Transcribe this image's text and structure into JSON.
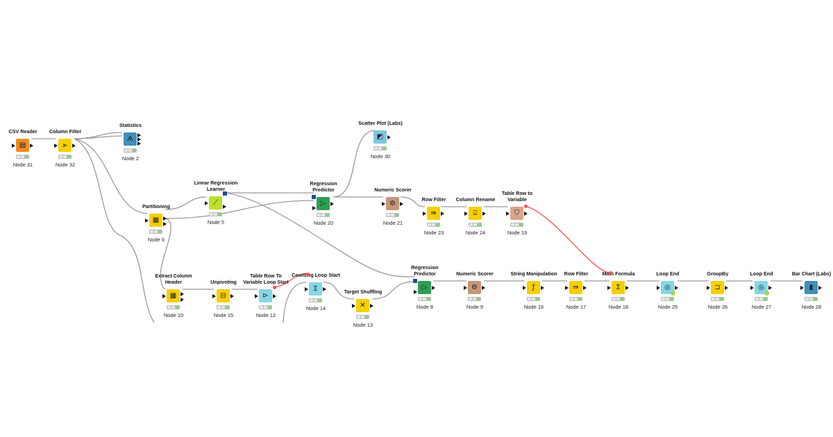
{
  "colors": {
    "manipulator": "#f5cf00",
    "io": "#f08a24",
    "learner": "#b9e02a",
    "predictor": "#2e9e54",
    "scorer": "#c59678",
    "view": "#3f8fb9",
    "loop": "#84d6e8",
    "variable": "#d9a58a",
    "conn": "#999999",
    "flowvar": "#ff4b4b"
  },
  "nodes": [
    {
      "id": "n31",
      "title": "CSV Reader",
      "label": "Node 31",
      "color": "#f08a24",
      "icon": "file-table-icon",
      "glyph": "▤",
      "status": [
        false,
        false,
        true
      ]
    },
    {
      "id": "n32",
      "title": "Column Filter",
      "label": "Node 32",
      "color": "#f5cf00",
      "icon": "column-filter-icon",
      "glyph": "⫸",
      "status": [
        false,
        false,
        true
      ]
    },
    {
      "id": "n2",
      "title": "Statistics",
      "label": "Node 2",
      "color": "#3f8fb9",
      "icon": "statistics-icon",
      "glyph": "Ѧ",
      "status": [
        false,
        false,
        true
      ]
    },
    {
      "id": "n30",
      "title": "Scatter Plot (Labs)",
      "label": "Node 30",
      "color": "#7ec6e0",
      "icon": "scatter-plot-icon",
      "glyph": "◩",
      "status": [
        false,
        false,
        true
      ]
    },
    {
      "id": "n6",
      "title": "Partitioning",
      "label": "Node 6",
      "color": "#f5cf00",
      "icon": "partition-icon",
      "glyph": "▦",
      "status": [
        false,
        false,
        true
      ]
    },
    {
      "id": "n5",
      "title": "Linear Regression Learner",
      "label": "Node 5",
      "color": "#b9e02a",
      "icon": "regression-learner-icon",
      "glyph": "⟋",
      "status": [
        false,
        false,
        true
      ]
    },
    {
      "id": "n20",
      "title": "Regression Predictor",
      "label": "Node 20",
      "color": "#2e9e54",
      "icon": "predictor-icon",
      "glyph": "▷",
      "status": [
        false,
        false,
        true
      ]
    },
    {
      "id": "n21",
      "title": "Numeric Scorer",
      "label": "Node 21",
      "color": "#c59678",
      "icon": "scorer-icon",
      "glyph": "⚙",
      "status": [
        false,
        false,
        true
      ]
    },
    {
      "id": "n23",
      "title": "Row Filter",
      "label": "Node 23",
      "color": "#f5cf00",
      "icon": "row-filter-icon",
      "glyph": "⇛",
      "status": [
        false,
        false,
        true
      ]
    },
    {
      "id": "n24",
      "title": "Column Rename",
      "label": "Node 24",
      "color": "#f5cf00",
      "icon": "column-rename-icon",
      "glyph": "⌸",
      "status": [
        false,
        false,
        true
      ]
    },
    {
      "id": "n19",
      "title": "Table Row to Variable",
      "label": "Node 19",
      "color": "#d9a58a",
      "icon": "row-to-variable-icon",
      "glyph": "⛉",
      "status": [
        false,
        false,
        true
      ]
    },
    {
      "id": "n10",
      "title": "Extract Column Header",
      "label": "Node 10",
      "color": "#f5cf00",
      "icon": "extract-header-icon",
      "glyph": "▦",
      "status": [
        false,
        false,
        true
      ]
    },
    {
      "id": "n15",
      "title": "Unpivoting",
      "label": "Node 15",
      "color": "#f5cf00",
      "icon": "unpivot-icon",
      "glyph": "⊟",
      "status": [
        false,
        false,
        true
      ]
    },
    {
      "id": "n12",
      "title": "Table Row To Variable Loop Start",
      "label": "Node 12",
      "color": "#84d6e8",
      "icon": "loop-start-icon",
      "glyph": "⊳",
      "status": [
        false,
        false,
        true
      ]
    },
    {
      "id": "n14",
      "title": "Counting Loop Start",
      "label": "Node 14",
      "color": "#84d6e8",
      "icon": "counting-loop-icon",
      "glyph": "Σ",
      "status": [
        false,
        false,
        true
      ]
    },
    {
      "id": "n13",
      "title": "Target Shuffling",
      "label": "Node 13",
      "color": "#f5cf00",
      "icon": "shuffle-icon",
      "glyph": "✕",
      "status": [
        false,
        false,
        true
      ]
    },
    {
      "id": "n8",
      "title": "Regression Predictor",
      "label": "Node 8",
      "color": "#2e9e54",
      "icon": "predictor-icon",
      "glyph": "▷",
      "status": [
        false,
        false,
        true
      ]
    },
    {
      "id": "n9",
      "title": "Numeric Scorer",
      "label": "Node 9",
      "color": "#c59678",
      "icon": "scorer-icon",
      "glyph": "⚙",
      "status": [
        false,
        false,
        true
      ]
    },
    {
      "id": "n16",
      "title": "String Manipulation",
      "label": "Node 16",
      "color": "#f5cf00",
      "icon": "string-manipulation-icon",
      "glyph": "ƒ",
      "status": [
        false,
        false,
        true
      ]
    },
    {
      "id": "n17",
      "title": "Row Filter",
      "label": "Node 17",
      "color": "#f5cf00",
      "icon": "row-filter-icon",
      "glyph": "⇛",
      "status": [
        false,
        false,
        true
      ]
    },
    {
      "id": "n18",
      "title": "Math Formula",
      "label": "Node 18",
      "color": "#f5cf00",
      "icon": "math-formula-icon",
      "glyph": "Σ",
      "status": [
        false,
        false,
        true
      ]
    },
    {
      "id": "n25",
      "title": "Loop End",
      "label": "Node 25",
      "color": "#84d6e8",
      "icon": "loop-end-icon",
      "glyph": "◎",
      "status": [
        false,
        false,
        true
      ]
    },
    {
      "id": "n26",
      "title": "GroupBy",
      "label": "Node 26",
      "color": "#f5cf00",
      "icon": "groupby-icon",
      "glyph": "⊐",
      "status": [
        false,
        false,
        true
      ]
    },
    {
      "id": "n27",
      "title": "Loop End",
      "label": "Node 27",
      "color": "#84d6e8",
      "icon": "loop-end-icon",
      "glyph": "◎",
      "status": [
        false,
        false,
        true
      ]
    },
    {
      "id": "n28",
      "title": "Bar Chart (Labs)",
      "label": "Node 28",
      "color": "#3f8fb9",
      "icon": "bar-chart-icon",
      "glyph": "▮",
      "status": [
        false,
        false,
        true
      ]
    }
  ]
}
